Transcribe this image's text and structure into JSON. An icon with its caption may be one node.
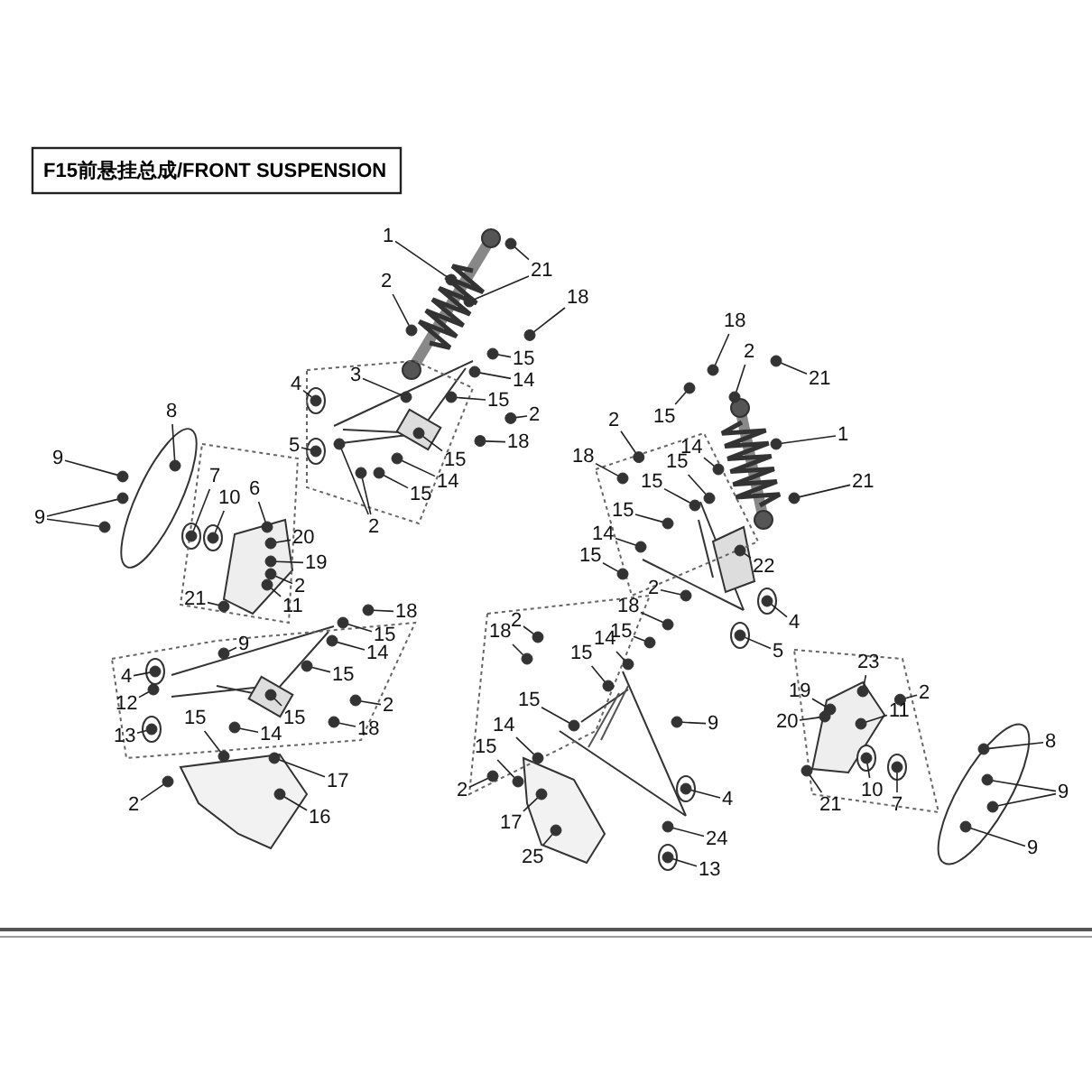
{
  "diagram": {
    "title": "F15前悬挂总成/FRONT SUSPENSION",
    "nodes": [
      {
        "text": [
          "1"
        ]
      },
      {
        "text": [
          "2"
        ]
      },
      {
        "text": [
          "21"
        ]
      },
      {
        "text": [
          "18"
        ]
      },
      {
        "text": [
          "4"
        ]
      },
      {
        "text": [
          "3"
        ]
      },
      {
        "text": [
          "15"
        ]
      },
      {
        "text": [
          "14"
        ]
      },
      {
        "text": [
          "15"
        ]
      },
      {
        "text": [
          "2"
        ]
      },
      {
        "text": [
          "18"
        ]
      },
      {
        "text": [
          "15"
        ]
      },
      {
        "text": [
          "14"
        ]
      },
      {
        "text": [
          "15"
        ]
      },
      {
        "text": [
          "2"
        ]
      },
      {
        "text": [
          "5"
        ]
      },
      {
        "text": [
          "8"
        ]
      },
      {
        "text": [
          "9"
        ]
      },
      {
        "text": [
          "9"
        ]
      },
      {
        "text": [
          "7"
        ]
      },
      {
        "text": [
          "10"
        ]
      },
      {
        "text": [
          "6"
        ]
      },
      {
        "text": [
          "20"
        ]
      },
      {
        "text": [
          "19"
        ]
      },
      {
        "text": [
          "2"
        ]
      },
      {
        "text": [
          "11"
        ]
      },
      {
        "text": [
          "21"
        ]
      },
      {
        "text": [
          "9"
        ]
      },
      {
        "text": [
          "18"
        ]
      },
      {
        "text": [
          "15"
        ]
      },
      {
        "text": [
          "14"
        ]
      },
      {
        "text": [
          "15"
        ]
      },
      {
        "text": [
          "4"
        ]
      },
      {
        "text": [
          "12"
        ]
      },
      {
        "text": [
          "13"
        ]
      },
      {
        "text": [
          "15"
        ]
      },
      {
        "text": [
          "2"
        ]
      },
      {
        "text": [
          "18"
        ]
      },
      {
        "text": [
          "15"
        ]
      },
      {
        "text": [
          "14"
        ]
      },
      {
        "text": [
          "17"
        ]
      },
      {
        "text": [
          "2"
        ]
      },
      {
        "text": [
          "16"
        ]
      },
      {
        "text": [
          "18"
        ]
      },
      {
        "text": [
          "2"
        ]
      },
      {
        "text": [
          "21"
        ]
      },
      {
        "text": [
          "15"
        ]
      },
      {
        "text": [
          "1"
        ]
      },
      {
        "text": [
          "2"
        ]
      },
      {
        "text": [
          "18"
        ]
      },
      {
        "text": [
          "14"
        ]
      },
      {
        "text": [
          "15"
        ]
      },
      {
        "text": [
          "15"
        ]
      },
      {
        "text": [
          "21"
        ]
      },
      {
        "text": [
          "15"
        ]
      },
      {
        "text": [
          "14"
        ]
      },
      {
        "text": [
          "15"
        ]
      },
      {
        "text": [
          "2"
        ]
      },
      {
        "text": [
          "22"
        ]
      },
      {
        "text": [
          "4"
        ]
      },
      {
        "text": [
          "18"
        ]
      },
      {
        "text": [
          "15"
        ]
      },
      {
        "text": [
          "14"
        ]
      },
      {
        "text": [
          "15"
        ]
      },
      {
        "text": [
          "5"
        ]
      },
      {
        "text": [
          "2"
        ]
      },
      {
        "text": [
          "18"
        ]
      },
      {
        "text": [
          "15"
        ]
      },
      {
        "text": [
          "14"
        ]
      },
      {
        "text": [
          "15"
        ]
      },
      {
        "text": [
          "2"
        ]
      },
      {
        "text": [
          "9"
        ]
      },
      {
        "text": [
          "4"
        ]
      },
      {
        "text": [
          "17"
        ]
      },
      {
        "text": [
          "24"
        ]
      },
      {
        "text": [
          "25"
        ]
      },
      {
        "text": [
          "13"
        ]
      },
      {
        "text": [
          "23"
        ]
      },
      {
        "text": [
          "2"
        ]
      },
      {
        "text": [
          "19"
        ]
      },
      {
        "text": [
          "11"
        ]
      },
      {
        "text": [
          "20"
        ]
      },
      {
        "text": [
          "8"
        ]
      },
      {
        "text": [
          "21"
        ]
      },
      {
        "text": [
          "10"
        ]
      },
      {
        "text": [
          "7"
        ]
      },
      {
        "text": [
          "9"
        ]
      },
      {
        "text": [
          "9"
        ]
      },
      {
        "text": [],
        "shape": "circle"
      },
      {
        "text": [],
        "shape": "circle"
      },
      {
        "text": [],
        "shape": "circle"
      },
      {
        "text": [],
        "shape": "circle"
      },
      {
        "text": [],
        "shape": "circle"
      },
      {
        "text": [],
        "shape": "circle"
      },
      {
        "text": [],
        "shape": "circle"
      },
      {
        "text": [],
        "shape": "circle"
      },
      {
        "text": [],
        "shape": "circle"
      },
      {
        "text": [],
        "shape": "circle"
      },
      {
        "text": [],
        "shape": "circle"
      },
      {
        "text": [],
        "shape": "circle"
      },
      {
        "text": [],
        "shape": "circle"
      },
      {
        "text": [],
        "shape": "circle"
      },
      {
        "text": [],
        "shape": "circle"
      },
      {
        "text": [],
        "shape": "circle"
      },
      {
        "text": [],
        "shape": "circle"
      },
      {
        "text": [],
        "shape": "circle"
      },
      {
        "text": [],
        "shape": "circle"
      },
      {
        "text": [],
        "shape": "circle"
      },
      {
        "text": [],
        "shape": "circle"
      },
      {
        "text": [],
        "shape": "circle"
      },
      {
        "text": [],
        "shape": "circle"
      },
      {
        "text": [],
        "shape": "circle"
      },
      {
        "text": [],
        "shape": "circle"
      },
      {
        "text": [],
        "shape": "circle"
      },
      {
        "text": [],
        "shape": "circle"
      },
      {
        "text": [],
        "shape": "circle"
      },
      {
        "text": [],
        "shape": "circle"
      },
      {
        "text": [],
        "shape": "circle"
      },
      {
        "text": [],
        "shape": "circle"
      },
      {
        "text": [],
        "shape": "circle"
      },
      {
        "text": [],
        "shape": "circle"
      },
      {
        "text": [],
        "shape": "circle"
      },
      {
        "text": [],
        "shape": "circle"
      },
      {
        "text": [],
        "shape": "circle"
      },
      {
        "text": [],
        "shape": "circle"
      },
      {
        "text": [],
        "shape": "circle"
      },
      {
        "text": [],
        "shape": "circle"
      },
      {
        "text": [],
        "shape": "circle"
      },
      {
        "text": [],
        "shape": "circle"
      },
      {
        "text": [],
        "shape": "circle"
      },
      {
        "text": [],
        "shape": "circle"
      },
      {
        "text": [],
        "shape": "circle"
      },
      {
        "text": [],
        "shape": "circle"
      },
      {
        "text": [],
        "shape": "circle"
      },
      {
        "text": [],
        "shape": "circle"
      },
      {
        "text": [],
        "shape": "circle"
      },
      {
        "text": [],
        "shape": "circle"
      },
      {
        "text": [],
        "shape": "circle"
      },
      {
        "text": [],
        "shape": "circle"
      },
      {
        "text": [],
        "shape": "circle"
      },
      {
        "text": [],
        "shape": "circle"
      },
      {
        "text": [],
        "shape": "circle"
      },
      {
        "text": [],
        "shape": "circle"
      },
      {
        "text": [],
        "shape": "circle"
      },
      {
        "text": [],
        "shape": "circle"
      },
      {
        "text": [],
        "shape": "circle"
      },
      {
        "text": [],
        "shape": "circle"
      },
      {
        "text": [],
        "shape": "circle"
      },
      {
        "text": [],
        "shape": "circle"
      },
      {
        "text": [],
        "shape": "circle"
      },
      {
        "text": [],
        "shape": "circle"
      },
      {
        "text": [],
        "shape": "circle"
      },
      {
        "text": [],
        "shape": "circle"
      },
      {
        "text": [],
        "shape": "circle"
      },
      {
        "text": [],
        "shape": "circle"
      },
      {
        "text": [],
        "shape": "circle"
      },
      {
        "text": [],
        "shape": "circle"
      },
      {
        "text": [],
        "shape": "circle"
      },
      {
        "text": [],
        "shape": "circle"
      },
      {
        "text": [],
        "shape": "circle"
      },
      {
        "text": [],
        "shape": "circle"
      },
      {
        "text": [],
        "shape": "circle"
      },
      {
        "text": [],
        "shape": "circle"
      },
      {
        "text": [],
        "shape": "circle"
      },
      {
        "text": [],
        "shape": "circle"
      },
      {
        "text": [],
        "shape": "circle"
      },
      {
        "text": [],
        "shape": "circle"
      },
      {
        "text": [],
        "shape": "circle"
      },
      {
        "text": [],
        "shape": "circle"
      },
      {
        "text": [],
        "shape": "circle"
      },
      {
        "text": [],
        "shape": "circle"
      },
      {
        "text": [],
        "shape": "circle"
      },
      {
        "text": [],
        "shape": "circle"
      },
      {
        "text": [],
        "shape": "circle"
      },
      {
        "text": [],
        "shape": "circle"
      },
      {
        "text": [],
        "shape": "circle"
      },
      {
        "text": [],
        "shape": "circle"
      },
      {
        "text": [],
        "shape": "circle"
      },
      {
        "text": [],
        "shape": "circle"
      },
      {
        "text": [],
        "shape": "circle"
      }
    ],
    "edges": [
      {
        "from": 0,
        "to": 88,
        "arrow": "none"
      },
      {
        "from": 1,
        "to": 89,
        "arrow": "none"
      },
      {
        "from": 2,
        "to": 90,
        "arrow": "none"
      },
      {
        "from": 2,
        "to": 91,
        "arrow": "none"
      },
      {
        "from": 3,
        "to": 92,
        "arrow": "none"
      },
      {
        "from": 4,
        "to": 93,
        "arrow": "none"
      },
      {
        "from": 5,
        "to": 94,
        "arrow": "none"
      },
      {
        "from": 6,
        "to": 95,
        "arrow": "none"
      },
      {
        "from": 7,
        "to": 96,
        "arrow": "none"
      },
      {
        "from": 8,
        "to": 97,
        "arrow": "none"
      },
      {
        "from": 9,
        "to": 98,
        "arrow": "none"
      },
      {
        "from": 10,
        "to": 99,
        "arrow": "none"
      },
      {
        "from": 11,
        "to": 100,
        "arrow": "none"
      },
      {
        "from": 12,
        "to": 101,
        "arrow": "none"
      },
      {
        "from": 13,
        "to": 102,
        "arrow": "none"
      },
      {
        "from": 14,
        "to": 103,
        "arrow": "none"
      },
      {
        "from": 14,
        "to": 104,
        "arrow": "none"
      },
      {
        "from": 15,
        "to": 105,
        "arrow": "none"
      },
      {
        "from": 16,
        "to": 106,
        "arrow": "none"
      },
      {
        "from": 17,
        "to": 107,
        "arrow": "none"
      },
      {
        "from": 18,
        "to": 108,
        "arrow": "none"
      },
      {
        "from": 18,
        "to": 109,
        "arrow": "none"
      },
      {
        "from": 19,
        "to": 110,
        "arrow": "none"
      },
      {
        "from": 20,
        "to": 111,
        "arrow": "none"
      },
      {
        "from": 21,
        "to": 112,
        "arrow": "none"
      },
      {
        "from": 22,
        "to": 113,
        "arrow": "none"
      },
      {
        "from": 23,
        "to": 114,
        "arrow": "none"
      },
      {
        "from": 24,
        "to": 115,
        "arrow": "none"
      },
      {
        "from": 25,
        "to": 116,
        "arrow": "none"
      },
      {
        "from": 26,
        "to": 117,
        "arrow": "none"
      },
      {
        "from": 27,
        "to": 118,
        "arrow": "none"
      },
      {
        "from": 28,
        "to": 119,
        "arrow": "none"
      },
      {
        "from": 29,
        "to": 120,
        "arrow": "none"
      },
      {
        "from": 30,
        "to": 121,
        "arrow": "none"
      },
      {
        "from": 31,
        "to": 122,
        "arrow": "none"
      },
      {
        "from": 32,
        "to": 123,
        "arrow": "none"
      },
      {
        "from": 33,
        "to": 124,
        "arrow": "none"
      },
      {
        "from": 34,
        "to": 125,
        "arrow": "none"
      },
      {
        "from": 35,
        "to": 126,
        "arrow": "none"
      },
      {
        "from": 36,
        "to": 127,
        "arrow": "none"
      },
      {
        "from": 37,
        "to": 128,
        "arrow": "none"
      },
      {
        "from": 38,
        "to": 129,
        "arrow": "none"
      },
      {
        "from": 39,
        "to": 130,
        "arrow": "none"
      },
      {
        "from": 40,
        "to": 131,
        "arrow": "none"
      },
      {
        "from": 41,
        "to": 132,
        "arrow": "none"
      },
      {
        "from": 42,
        "to": 133,
        "arrow": "none"
      },
      {
        "from": 43,
        "to": 134,
        "arrow": "none"
      },
      {
        "from": 44,
        "to": 135,
        "arrow": "none"
      },
      {
        "from": 45,
        "to": 136,
        "arrow": "none"
      },
      {
        "from": 46,
        "to": 137,
        "arrow": "none"
      },
      {
        "from": 47,
        "to": 138,
        "arrow": "none"
      },
      {
        "from": 48,
        "to": 139,
        "arrow": "none"
      },
      {
        "from": 49,
        "to": 140,
        "arrow": "none"
      },
      {
        "from": 50,
        "to": 141,
        "arrow": "none"
      },
      {
        "from": 51,
        "to": 142,
        "arrow": "none"
      },
      {
        "from": 52,
        "to": 143,
        "arrow": "none"
      },
      {
        "from": 53,
        "to": 144,
        "arrow": "none"
      },
      {
        "from": 54,
        "to": 145,
        "arrow": "none"
      },
      {
        "from": 55,
        "to": 146,
        "arrow": "none"
      },
      {
        "from": 56,
        "to": 147,
        "arrow": "none"
      },
      {
        "from": 57,
        "to": 148,
        "arrow": "none"
      },
      {
        "from": 58,
        "to": 149,
        "arrow": "none"
      },
      {
        "from": 59,
        "to": 150,
        "arrow": "none"
      },
      {
        "from": 60,
        "to": 151,
        "arrow": "none"
      },
      {
        "from": 61,
        "to": 152,
        "arrow": "none"
      },
      {
        "from": 62,
        "to": 153,
        "arrow": "none"
      },
      {
        "from": 63,
        "to": 154,
        "arrow": "none"
      },
      {
        "from": 64,
        "to": 155,
        "arrow": "none"
      },
      {
        "from": 65,
        "to": 156,
        "arrow": "none"
      },
      {
        "from": 66,
        "to": 157,
        "arrow": "none"
      },
      {
        "from": 67,
        "to": 158,
        "arrow": "none"
      },
      {
        "from": 68,
        "to": 159,
        "arrow": "none"
      },
      {
        "from": 69,
        "to": 160,
        "arrow": "none"
      },
      {
        "from": 70,
        "to": 161,
        "arrow": "none"
      },
      {
        "from": 71,
        "to": 162,
        "arrow": "none"
      },
      {
        "from": 72,
        "to": 163,
        "arrow": "none"
      },
      {
        "from": 73,
        "to": 164,
        "arrow": "none"
      },
      {
        "from": 74,
        "to": 165,
        "arrow": "none"
      },
      {
        "from": 75,
        "to": 166,
        "arrow": "none"
      },
      {
        "from": 76,
        "to": 167,
        "arrow": "none"
      },
      {
        "from": 77,
        "to": 168,
        "arrow": "none"
      },
      {
        "from": 78,
        "to": 169,
        "arrow": "none"
      },
      {
        "from": 79,
        "to": 170,
        "arrow": "none"
      },
      {
        "from": 80,
        "to": 171,
        "arrow": "none"
      },
      {
        "from": 81,
        "to": 172,
        "arrow": "none"
      },
      {
        "from": 82,
        "to": 173,
        "arrow": "none"
      },
      {
        "from": 83,
        "to": 174,
        "arrow": "none"
      },
      {
        "from": 84,
        "to": 175,
        "arrow": "none"
      },
      {
        "from": 85,
        "to": 176,
        "arrow": "none"
      },
      {
        "from": 86,
        "to": 177,
        "arrow": "none"
      },
      {
        "from": 86,
        "to": 178,
        "arrow": "none"
      },
      {
        "from": 87,
        "to": 179,
        "arrow": "none"
      }
    ]
  }
}
